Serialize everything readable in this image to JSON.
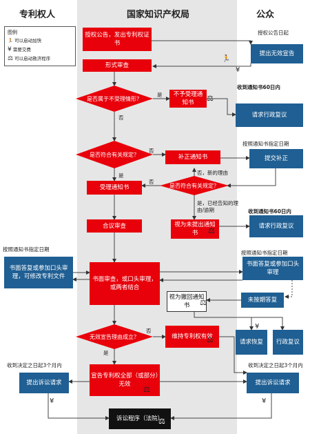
{
  "headers": {
    "left": "专利权人",
    "center": "国家知识产权局",
    "right": "公众"
  },
  "legend": {
    "title": "图例",
    "items": [
      {
        "icon": "runner-icon",
        "label": "可以启动加快"
      },
      {
        "icon": "yen-icon",
        "label": "需要交费"
      },
      {
        "icon": "scale-icon",
        "label": "可以启动救济程序"
      }
    ]
  },
  "nodes": {
    "announce": "授权公告，发出专利权证书",
    "formal_review": "形式审查",
    "q_not_accept": "是否属于不受理情形？",
    "not_accept_notice": "不予受理通知书",
    "q_compliant1": "是否符合有关规定？",
    "correction_notice": "补正通知书",
    "q_compliant2": "是否符合有关规定？",
    "accept_notice": "受理通知书",
    "panel_review": "合议审查",
    "deemed_not_filed": "视为未提出通知书",
    "written_oral": "书面审查，或口头审理，或两者结合",
    "deemed_withdrawn": "视为撤回通知书",
    "q_reason": "无效宣告理由成立？",
    "maintain": "维持专利权有效",
    "declare_invalid": "宣告专利权全部（或部分）无效",
    "litigation": "诉讼程序（法院）",
    "file_invalidation": "提出无效宣告",
    "admin_review1": "请求行政复议",
    "submit_correction": "提交补正",
    "admin_review2": "请求行政复议",
    "public_reply": "书面答复或参加口头审理",
    "no_reply": "未按期答复",
    "request_restore": "请求恢复",
    "admin_review3": "行政复议",
    "public_suit": "提出诉讼请求",
    "owner_reply": "书面答复或参加口头审理，可修改专利文件",
    "owner_suit": "提出诉讼请求"
  },
  "labels": {
    "since_announce": "授权公告日起",
    "within_60_1": "收到通知书60日内",
    "per_notice_1": "按照通知书指定日期",
    "within_60_2": "收到通知书60日内",
    "per_notice_2": "按照通知书指定日期",
    "per_notice_owner": "按照通知书指定日期",
    "within_3m_owner": "收到决定之日起3个月内",
    "within_3m_public": "收到决定之日起3个月内",
    "yes1": "是",
    "no1": "否",
    "yes2": "是",
    "no2": "否，新的理由",
    "yes3": "是，已经告知的理由/逾期",
    "no3": "否",
    "yes4": "是",
    "no4": "否",
    "yen": "¥"
  }
}
